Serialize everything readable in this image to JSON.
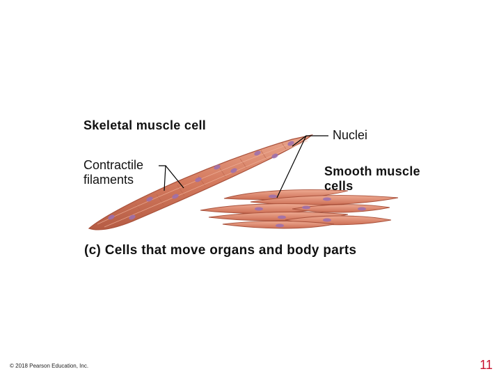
{
  "labels": {
    "skeletal": "Skeletal muscle cell",
    "contractile": "Contractile filaments",
    "nuclei": "Nuclei",
    "smooth": "Smooth muscle cells"
  },
  "caption": "(c) Cells that move organs and body parts",
  "footer": {
    "copyright": "© 2018 Pearson Education, Inc.",
    "slide_number": "11"
  },
  "colors": {
    "cell_fill": "#d87a5e",
    "cell_edge": "#a8503a",
    "nucleus": "#9b6fb0",
    "slide_number": "#c8102e"
  }
}
